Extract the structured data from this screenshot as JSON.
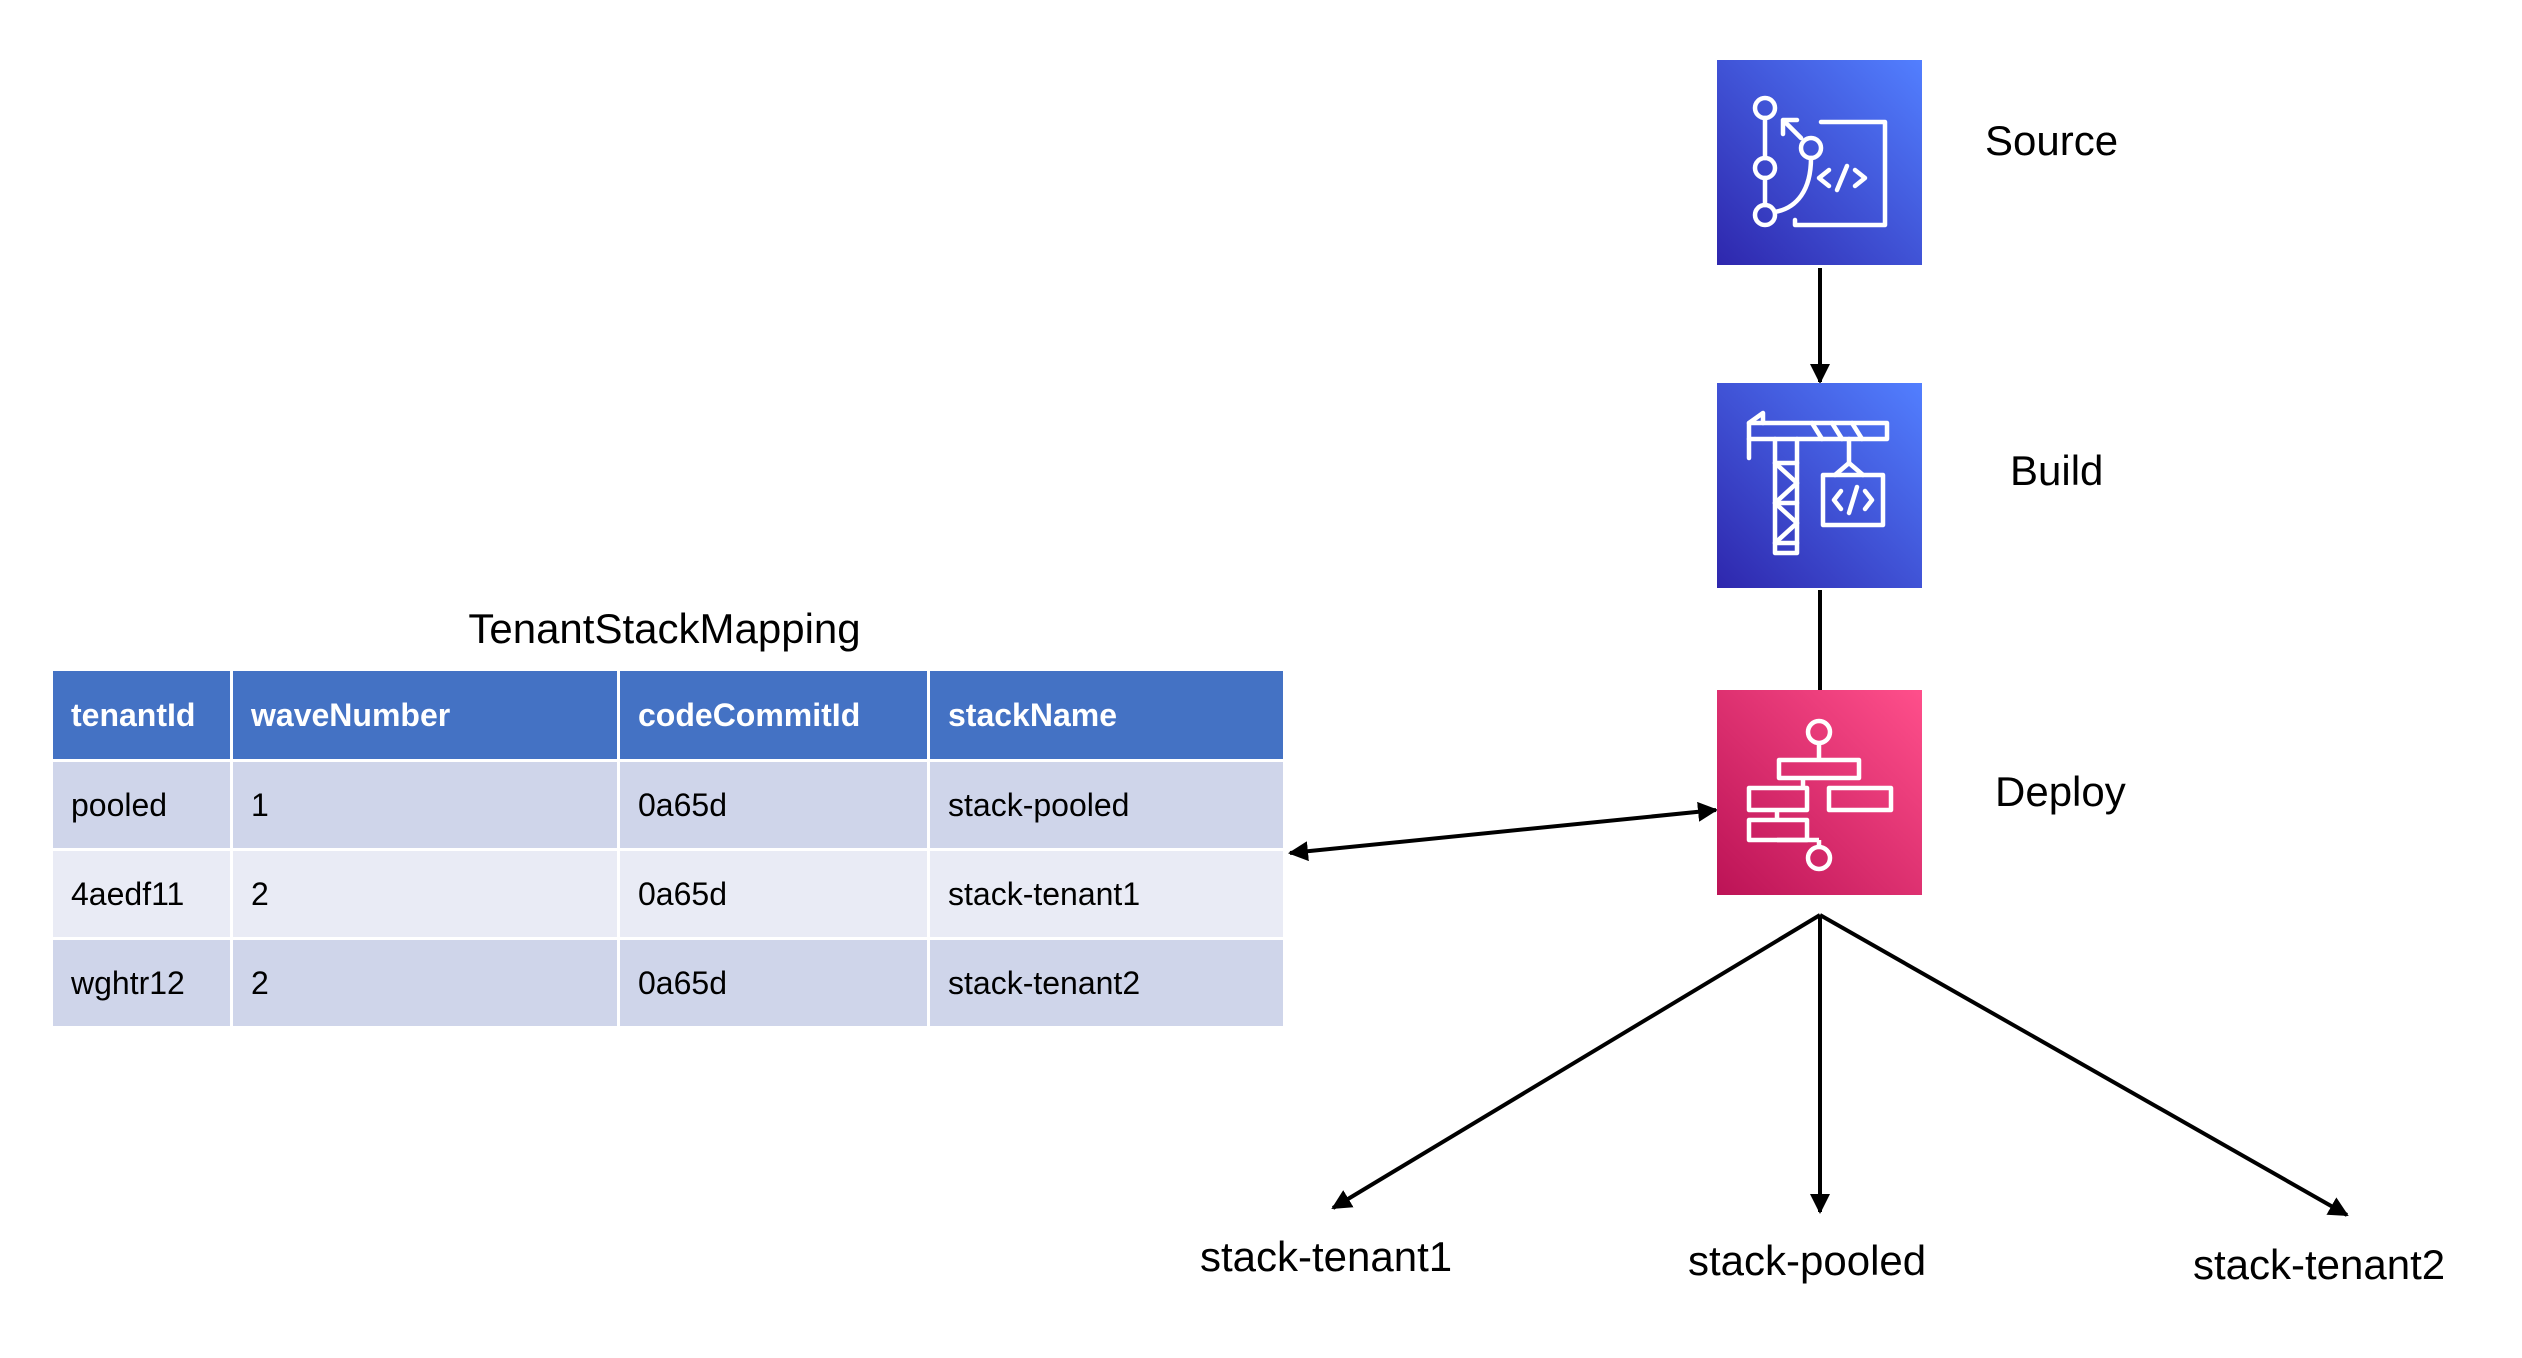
{
  "table": {
    "title": "TenantStackMapping",
    "headers": [
      "tenantId",
      "waveNumber",
      "codeCommitId",
      "stackName"
    ],
    "rows": [
      [
        "pooled",
        "1",
        "0a65d",
        "stack-pooled"
      ],
      [
        "4aedf11",
        "2",
        "0a65d",
        "stack-tenant1"
      ],
      [
        "wghtr12",
        "2",
        "0a65d",
        "stack-tenant2"
      ]
    ]
  },
  "pipeline": {
    "stages": [
      {
        "label": "Source",
        "icon": "codecommit-icon",
        "color": "#3B48CC"
      },
      {
        "label": "Build",
        "icon": "codebuild-icon",
        "color": "#3B48CC"
      },
      {
        "label": "Deploy",
        "icon": "step-functions-icon",
        "color": "#E7157B"
      }
    ]
  },
  "targets": [
    "stack-tenant1",
    "stack-pooled",
    "stack-tenant2"
  ],
  "colors": {
    "table_header": "#4472C4",
    "row_dark": "#CFD5EA",
    "row_light": "#E9EBF5"
  }
}
